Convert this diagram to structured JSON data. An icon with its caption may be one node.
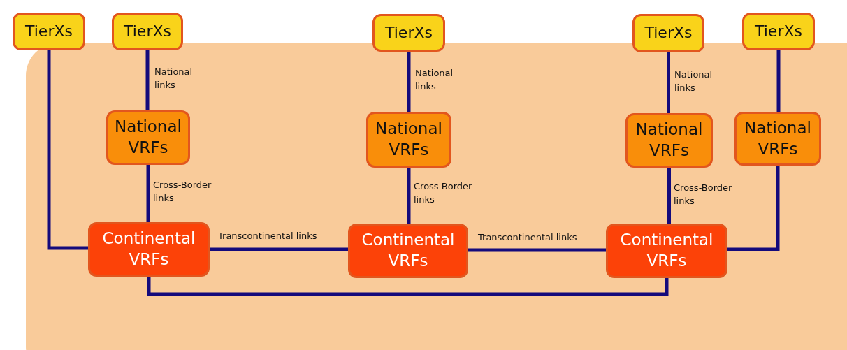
{
  "diagram": {
    "nodes": [
      {
        "text": [
          "TierXs"
        ]
      },
      {
        "text": [
          "TierXs"
        ]
      },
      {
        "text": [
          "TierXs"
        ]
      },
      {
        "text": [
          "TierXs"
        ]
      },
      {
        "text": [
          "TierXs"
        ]
      },
      {
        "text": [
          "National VRFs"
        ]
      },
      {
        "text": [
          "National VRFs"
        ]
      },
      {
        "text": [
          "National VRFs"
        ]
      },
      {
        "text": [
          "National VRFs"
        ]
      },
      {
        "text": [
          "Continental VRFs"
        ]
      },
      {
        "text": [
          "Continental VRFs"
        ]
      },
      {
        "text": [
          "Continental VRFs"
        ]
      }
    ],
    "edges": [
      {
        "from": 0,
        "to": 9,
        "arrow": "none"
      },
      {
        "from": 1,
        "to": 5,
        "arrow": "none",
        "label": "National links"
      },
      {
        "from": 5,
        "to": 9,
        "arrow": "none",
        "label": "Cross-Border links"
      },
      {
        "from": 2,
        "to": 6,
        "arrow": "none",
        "label": "National links"
      },
      {
        "from": 6,
        "to": 10,
        "arrow": "none",
        "label": "Cross-Border links"
      },
      {
        "from": 3,
        "to": 7,
        "arrow": "none",
        "label": "National links"
      },
      {
        "from": 7,
        "to": 11,
        "arrow": "none",
        "label": "Cross-Border links"
      },
      {
        "from": 4,
        "to": 8,
        "arrow": "none"
      },
      {
        "from": 8,
        "to": 11,
        "arrow": "none"
      },
      {
        "from": 9,
        "to": 10,
        "arrow": "none",
        "label": "Transcontinental links"
      },
      {
        "from": 10,
        "to": 11,
        "arrow": "none",
        "label": "Transcontinental links"
      },
      {
        "from": 9,
        "to": 11,
        "arrow": "none"
      }
    ]
  }
}
